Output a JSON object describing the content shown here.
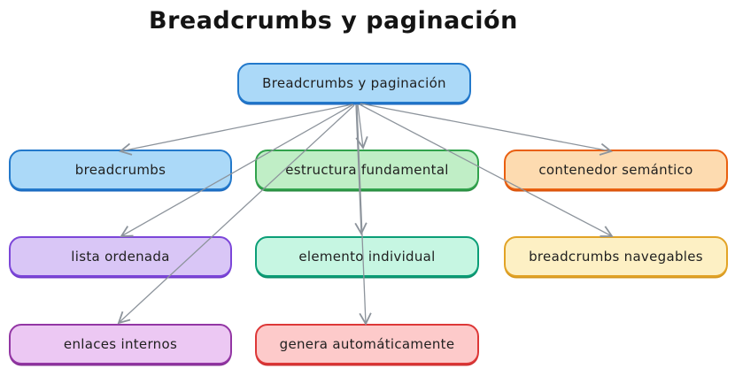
{
  "title": "Breadcrumbs y paginación",
  "nodes": {
    "root": {
      "label": "Breadcrumbs y paginación",
      "fill": "#abd9f8",
      "border": "#2379cb"
    },
    "breadcrumbs": {
      "label": "breadcrumbs",
      "fill": "#abd9f8",
      "border": "#2379cb"
    },
    "estructura": {
      "label": "estructura fundamental",
      "fill": "#c0eec6",
      "border": "#31a24c"
    },
    "contenedor": {
      "label": "contenedor semántico",
      "fill": "#fddbb0",
      "border": "#e95f10"
    },
    "lista": {
      "label": "lista ordenada",
      "fill": "#d9c6f6",
      "border": "#7c46d9"
    },
    "elemento": {
      "label": "elemento individual",
      "fill": "#c6f6e2",
      "border": "#0b9e77"
    },
    "navegables": {
      "label": "breadcrumbs navegables",
      "fill": "#fdf0c4",
      "border": "#e2a326"
    },
    "enlaces": {
      "label": "enlaces internos",
      "fill": "#ecc8f3",
      "border": "#9336a4"
    },
    "genera": {
      "label": "genera automáticamente",
      "fill": "#fdcaca",
      "border": "#dd3838"
    }
  },
  "edges": [
    {
      "from": "root",
      "to": "breadcrumbs"
    },
    {
      "from": "root",
      "to": "estructura"
    },
    {
      "from": "root",
      "to": "contenedor"
    },
    {
      "from": "root",
      "to": "lista"
    },
    {
      "from": "root",
      "to": "elemento"
    },
    {
      "from": "root",
      "to": "navegables"
    },
    {
      "from": "root",
      "to": "enlaces"
    },
    {
      "from": "root",
      "to": "genera"
    }
  ],
  "colors": {
    "background": "#ffffff",
    "arrow": "#8d949c",
    "text": "#1f1f1f",
    "title_text": "#141414"
  }
}
